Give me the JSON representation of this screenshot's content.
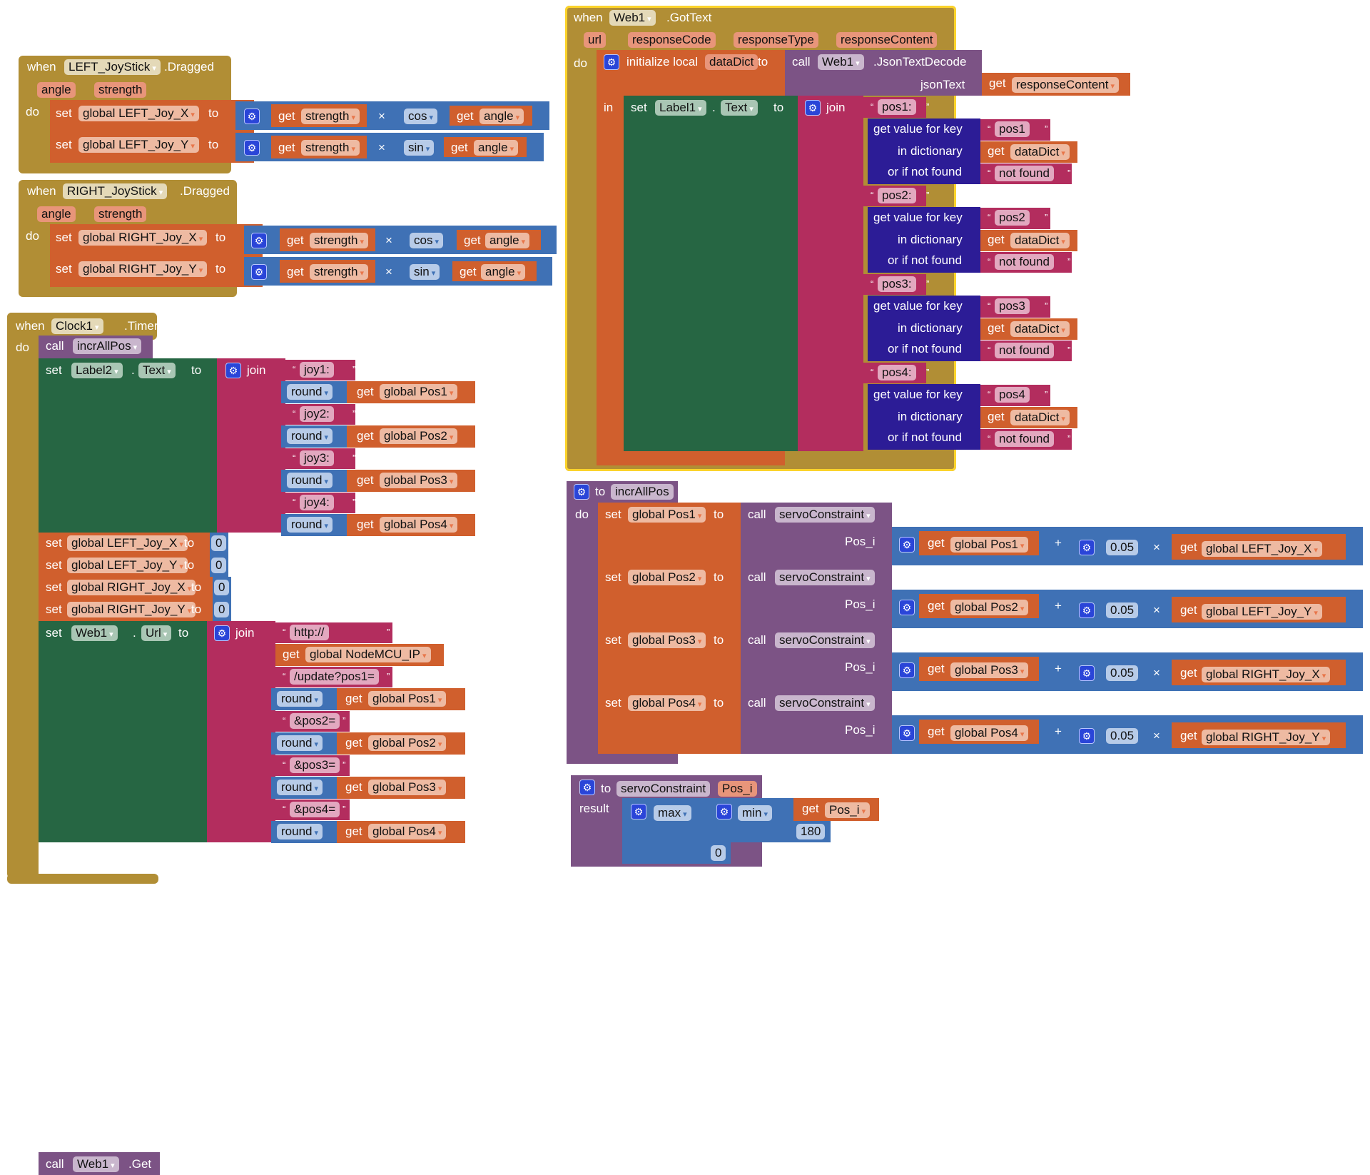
{
  "kw": {
    "when": "when",
    "do": "do",
    "set": "set",
    "to": "to",
    "get": "get",
    "call": "call",
    "join": "join",
    "in": "in",
    "result": "result",
    "round": "round",
    "cos": "cos",
    "sin": "sin",
    "max": "max",
    "min": "min",
    "times": "×",
    "plus": "+",
    "dot": ".",
    "init_local": "initialize local",
    "get_value_for_key": "get value for key",
    "in_dictionary": "in dictionary",
    "or_if_not_found": "or if not found",
    "json_text": "jsonText",
    "pos_i_arg": "Pos_i",
    "open_q": "“",
    "close_q": "”"
  },
  "left_joystick": {
    "component": "LEFT_JoyStick",
    "event": ".Dragged",
    "params": [
      "angle",
      "strength"
    ],
    "rows": [
      {
        "var": "global LEFT_Joy_X",
        "fn": "cos",
        "a": "strength",
        "b": "angle"
      },
      {
        "var": "global LEFT_Joy_Y",
        "fn": "sin",
        "a": "strength",
        "b": "angle"
      }
    ]
  },
  "right_joystick": {
    "component": "RIGHT_JoyStick",
    "event": ".Dragged",
    "params": [
      "angle",
      "strength"
    ],
    "rows": [
      {
        "var": "global RIGHT_Joy_X",
        "fn": "cos",
        "a": "strength",
        "b": "angle"
      },
      {
        "var": "global RIGHT_Joy_Y",
        "fn": "sin",
        "a": "strength",
        "b": "angle"
      }
    ]
  },
  "clock": {
    "component": "Clock1",
    "event": ".Timer",
    "call_proc": "incrAllPos",
    "label_set": {
      "component": "Label2",
      "prop": "Text",
      "items": [
        {
          "t": "joy1:"
        },
        {
          "var": "global Pos1"
        },
        {
          "t": "joy2:"
        },
        {
          "var": "global Pos2"
        },
        {
          "t": "joy3:"
        },
        {
          "var": "global Pos3"
        },
        {
          "t": "joy4:"
        },
        {
          "var": "global Pos4"
        }
      ]
    },
    "resets": [
      {
        "var": "global LEFT_Joy_X",
        "value": "0"
      },
      {
        "var": "global LEFT_Joy_Y",
        "value": "0"
      },
      {
        "var": "global RIGHT_Joy_X",
        "value": "0"
      },
      {
        "var": "global RIGHT_Joy_Y",
        "value": "0"
      }
    ],
    "url_set": {
      "component": "Web1",
      "prop": "Url",
      "items": [
        {
          "t": "http://"
        },
        {
          "getvar": "global NodeMCU_IP"
        },
        {
          "t": "/update?pos1="
        },
        {
          "var": "global Pos1"
        },
        {
          "t": "&pos2="
        },
        {
          "var": "global Pos2"
        },
        {
          "t": "&pos3="
        },
        {
          "var": "global Pos3"
        },
        {
          "t": "&pos4="
        },
        {
          "var": "global Pos4"
        }
      ]
    },
    "final_call": {
      "component": "Web1",
      "method": ".Get"
    }
  },
  "web_gottext": {
    "component": "Web1",
    "event": ".GotText",
    "params": [
      "url",
      "responseCode",
      "responseType",
      "responseContent"
    ],
    "local_name": "dataDict",
    "decode_component": "Web1",
    "decode_method": ".JsonTextDecode",
    "json_arg": "responseContent",
    "label_component": "Label1",
    "label_prop": "Text",
    "entries": [
      {
        "prefix": "pos1:",
        "key": "pos1"
      },
      {
        "prefix": "pos2:",
        "key": "pos2"
      },
      {
        "prefix": "pos3:",
        "key": "pos3"
      },
      {
        "prefix": "pos4:",
        "key": "pos4"
      }
    ],
    "dict_var": "dataDict",
    "not_found": "not found"
  },
  "incr_all_pos": {
    "name": "incrAllPos",
    "callee": "servoConstraint",
    "factor": "0.05",
    "rows": [
      {
        "pos": "global Pos1",
        "joy": "global LEFT_Joy_X"
      },
      {
        "pos": "global Pos2",
        "joy": "global LEFT_Joy_Y"
      },
      {
        "pos": "global Pos3",
        "joy": "global RIGHT_Joy_X"
      },
      {
        "pos": "global Pos4",
        "joy": "global RIGHT_Joy_Y"
      }
    ]
  },
  "servo_constraint": {
    "name": "servoConstraint",
    "param": "Pos_i",
    "max_value": "180",
    "min_value": "0"
  },
  "colors": {
    "event": "#b18e35",
    "variable": "#d05f2d",
    "math": "#3f71b5",
    "text": "#b32d5e",
    "component": "#266643",
    "procedure": "#7c5385",
    "dictionary": "#2c1c96",
    "selected_outline": "#fbd32b"
  }
}
